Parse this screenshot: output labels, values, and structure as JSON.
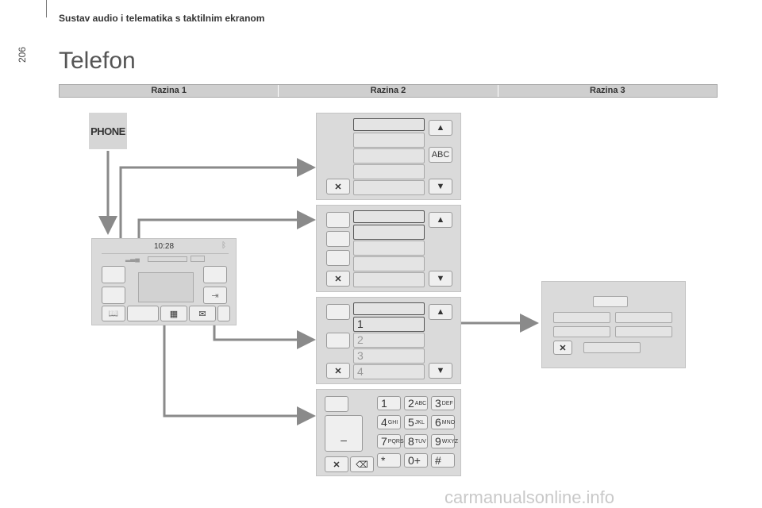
{
  "page_number": "206",
  "header": "Sustav audio i telematika s taktilnim ekranom",
  "title": "Telefon",
  "levels": [
    "Razina 1",
    "Razina 2",
    "Razina 3"
  ],
  "phone_key": "PHONE",
  "home_screen": {
    "time": "10:28"
  },
  "panel1": {
    "abc_label": "ABC"
  },
  "panel3": {
    "list": [
      "1",
      "2",
      "3",
      "4"
    ]
  },
  "keypad": {
    "keys": [
      {
        "d": "1",
        "l": ""
      },
      {
        "d": "2",
        "l": "ABC"
      },
      {
        "d": "3",
        "l": "DEF"
      },
      {
        "d": "4",
        "l": "GHI"
      },
      {
        "d": "5",
        "l": "JKL"
      },
      {
        "d": "6",
        "l": "MNO"
      },
      {
        "d": "7",
        "l": "PQRS"
      },
      {
        "d": "8",
        "l": "TUV"
      },
      {
        "d": "9",
        "l": "WXYZ"
      },
      {
        "d": "*",
        "l": ""
      },
      {
        "d": "0+",
        "l": ""
      },
      {
        "d": "#",
        "l": ""
      }
    ],
    "dash": "–"
  },
  "icons": {
    "up": "▲",
    "down": "▼",
    "close": "✕",
    "backspace": "⌫",
    "book": "📖",
    "grid": "▦",
    "mail": "✉"
  },
  "watermark": "carmanualsonline.info",
  "connector_color": "#8a8a8a"
}
